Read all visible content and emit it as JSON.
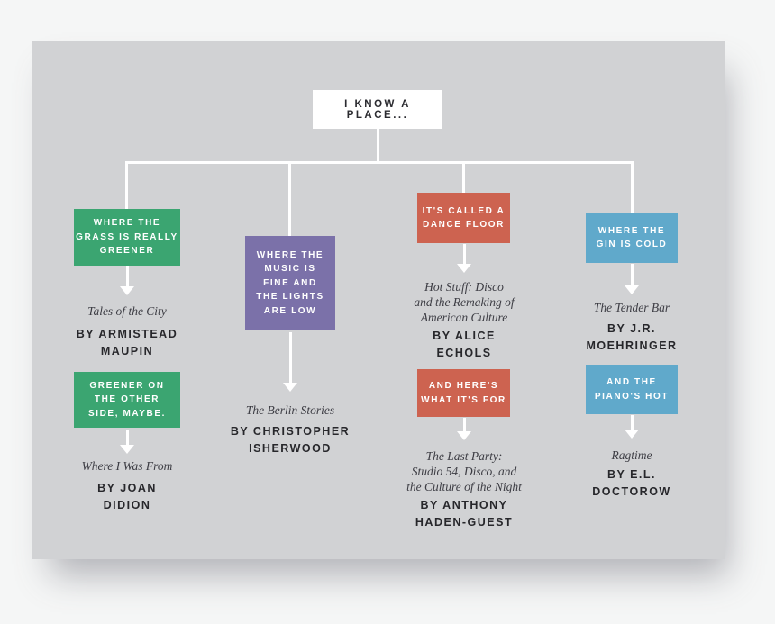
{
  "palette": {
    "background": "#f5f6f6",
    "panel": "#d1d2d4",
    "line": "#ffffff",
    "root_background": "#ffffff",
    "root_text": "#2b2b30",
    "title_text": "#3d3d44",
    "author_text": "#27272b",
    "green": "#3ba571",
    "purple": "#7b71a9",
    "red": "#cd6350",
    "blue": "#60a9cb"
  },
  "root_node": {
    "label": "I KNOW A PLACE..."
  },
  "columns": [
    {
      "name": "green",
      "color": "#3ba571",
      "nodes": [
        {
          "label": "WHERE THE\nGRASS IS REALLY\nGREENER",
          "book_title": "Tales of the City",
          "author": "BY ARMISTEAD\nMAUPIN"
        },
        {
          "label": "GREENER ON\nTHE OTHER\nSIDE, MAYBE.",
          "book_title": "Where I Was From",
          "author": "BY JOAN\nDIDION"
        }
      ]
    },
    {
      "name": "purple",
      "color": "#7b71a9",
      "nodes": [
        {
          "label": "WHERE THE\nMUSIC IS\nFINE AND\nTHE LIGHTS\nARE LOW",
          "book_title": "The Berlin Stories",
          "author": "BY CHRISTOPHER\nISHERWOOD"
        }
      ]
    },
    {
      "name": "red",
      "color": "#cd6350",
      "nodes": [
        {
          "label": "IT'S CALLED A\nDANCE FLOOR",
          "book_title": "Hot Stuff: Disco\nand the Remaking of\nAmerican Culture",
          "author": "BY ALICE\nECHOLS"
        },
        {
          "label": "AND HERE'S\nWHAT IT'S FOR",
          "book_title": "The Last Party:\nStudio 54, Disco, and\nthe Culture of the Night",
          "author": "BY ANTHONY\nHADEN-GUEST"
        }
      ]
    },
    {
      "name": "blue",
      "color": "#60a9cb",
      "nodes": [
        {
          "label": "WHERE THE\nGIN IS COLD",
          "book_title": "The Tender Bar",
          "author": "BY J.R.\nMOEHRINGER"
        },
        {
          "label": "AND THE\nPIANO'S HOT",
          "book_title": "Ragtime",
          "author": "BY E.L.\nDOCTOROW"
        }
      ]
    }
  ]
}
